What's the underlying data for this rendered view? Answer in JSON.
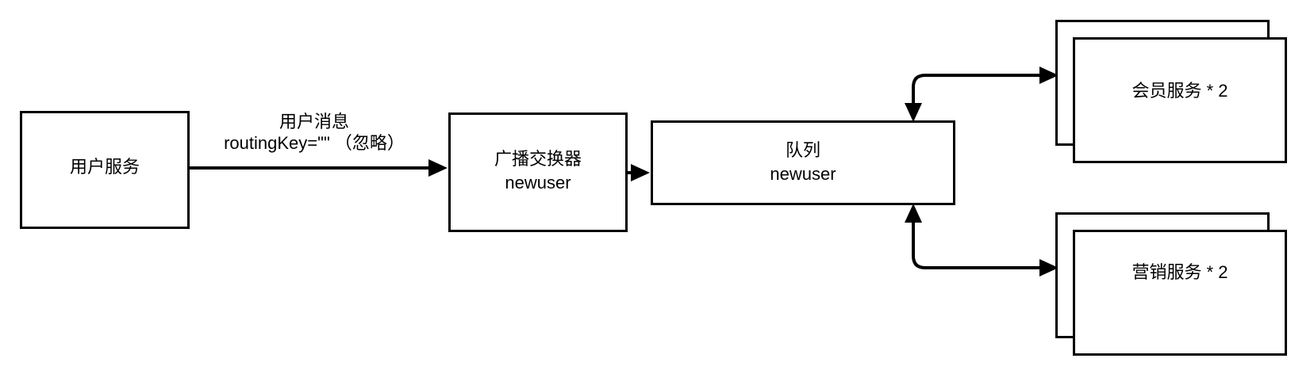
{
  "diagram": {
    "title": "RabbitMQ fanout exchange message flow",
    "background_color": "#ffffff",
    "stroke_color": "#000000",
    "nodes": {
      "user_service": {
        "label": "用户服务",
        "shape": "rectangle"
      },
      "exchange": {
        "label_line1": "广播交换器",
        "label_line2": "newuser",
        "shape": "rectangle"
      },
      "queue": {
        "label_line1": "队列",
        "label_line2": "newuser",
        "shape": "rectangle"
      },
      "member_service": {
        "label": "会员服务 * 2",
        "shape": "stacked-rectangle"
      },
      "marketing_service": {
        "label": "营销服务 * 2",
        "shape": "stacked-rectangle"
      }
    },
    "edges": {
      "user_to_exchange": {
        "label_line1": "用户消息",
        "label_line2": "routingKey=\"\" （忽略）"
      },
      "exchange_to_queue": {
        "label": ""
      },
      "queue_to_member": {
        "label": ""
      },
      "queue_to_marketing": {
        "label": ""
      }
    }
  }
}
